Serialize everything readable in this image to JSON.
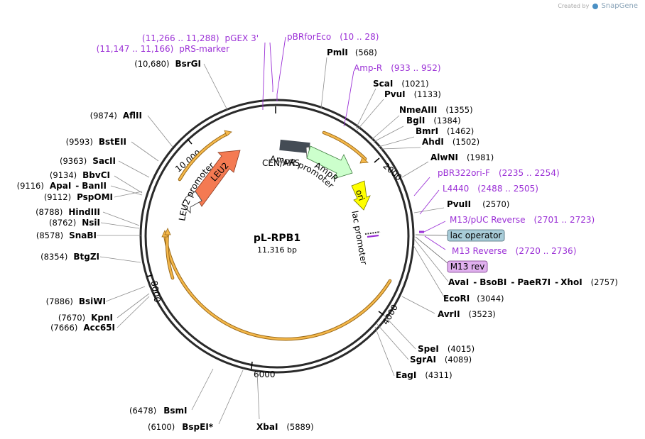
{
  "credit": {
    "prefix": "Created by",
    "brand": "SnapGene"
  },
  "plasmid": {
    "name": "pL-RPB1",
    "size": "11,316 bp"
  },
  "ticks": [
    "10,000",
    "2000",
    "4000",
    "6000",
    "8000"
  ],
  "features": {
    "leu2": "LEU2",
    "leu2_promoter": "LEU2 promoter",
    "cen_ars": "CEN/ARS",
    "ampr_promoter": "AmpR promoter",
    "ampr": "AmpR",
    "ori": "ori",
    "lac_promoter": "lac promoter"
  },
  "sites": {
    "pmli": {
      "name": "PmlI",
      "pos": "(568)"
    },
    "scai": {
      "name": "ScaI",
      "pos": "(1021)"
    },
    "pvui": {
      "name": "PvuI",
      "pos": "(1133)"
    },
    "nmeaiii": {
      "name": "NmeAIII",
      "pos": "(1355)"
    },
    "bgli": {
      "name": "BglI",
      "pos": "(1384)"
    },
    "bmri": {
      "name": "BmrI",
      "pos": "(1462)"
    },
    "ahdi": {
      "name": "AhdI",
      "pos": "(1502)"
    },
    "alwni": {
      "name": "AlwNI",
      "pos": "(1981)"
    },
    "pvuii": {
      "name": "PvuII",
      "pos": "(2570)"
    },
    "ava": {
      "n1": "AvaI",
      "n2": "BsoBI",
      "n3": "PaeR7I",
      "n4": "XhoI",
      "sep": "-",
      "pos": "(2757)"
    },
    "ecori": {
      "name": "EcoRI",
      "pos": "(3044)"
    },
    "avrii": {
      "name": "AvrII",
      "pos": "(3523)"
    },
    "spei": {
      "name": "SpeI",
      "pos": "(4015)"
    },
    "sgrai": {
      "name": "SgrAI",
      "pos": "(4089)"
    },
    "eagi": {
      "name": "EagI",
      "pos": "(4311)"
    },
    "xbai": {
      "name": "XbaI",
      "pos": "(5889)"
    },
    "bspei": {
      "name": "BspEI",
      "star": "*",
      "pos": "(6100)"
    },
    "bsmi": {
      "name": "BsmI",
      "pos": "(6478)"
    },
    "acc65i": {
      "name": "Acc65I",
      "pos": "(7666)"
    },
    "kpni": {
      "name": "KpnI",
      "pos": "(7670)"
    },
    "bsiwi": {
      "name": "BsiWI",
      "pos": "(7886)"
    },
    "btgzi": {
      "name": "BtgZI",
      "pos": "(8354)"
    },
    "snabi": {
      "name": "SnaBI",
      "pos": "(8578)"
    },
    "nsii": {
      "name": "NsiI",
      "pos": "(8762)"
    },
    "hindiii": {
      "name": "HindIII",
      "pos": "(8788)"
    },
    "pspomi": {
      "name": "PspOMI",
      "pos": "(9112)"
    },
    "apai": {
      "name": "ApaI",
      "sep": "-",
      "name2": "BanII",
      "pos": "(9116)"
    },
    "bbvci": {
      "name": "BbvCI",
      "pos": "(9134)"
    },
    "sacii": {
      "name": "SacII",
      "pos": "(9363)"
    },
    "bsteii": {
      "name": "BstEII",
      "pos": "(9593)"
    },
    "aflii": {
      "name": "AflII",
      "pos": "(9874)"
    },
    "bsrgi": {
      "name": "BsrGI",
      "pos": "(10,680)"
    }
  },
  "primers": {
    "pgex3": {
      "range": "(11,266 .. 11,288)",
      "name": "pGEX 3'"
    },
    "prs": {
      "range": "(11,147 .. 11,166)",
      "name": "pRS-marker"
    },
    "pbrforeco": {
      "name": "pBRforEco",
      "range": "(10 .. 28)"
    },
    "ampr": {
      "name": "Amp-R",
      "range": "(933 .. 952)"
    },
    "pbr322": {
      "name": "pBR322ori-F",
      "range": "(2235 .. 2254)"
    },
    "l4440": {
      "name": "L4440",
      "range": "(2488 .. 2505)"
    },
    "m13puc": {
      "name": "M13/pUC Reverse",
      "range": "(2701 .. 2723)"
    },
    "m13rev": {
      "name": "M13 Reverse",
      "range": "(2720 .. 2736)"
    }
  },
  "boxes": {
    "lac_operator": "lac operator",
    "m13_rev": "M13 rev"
  },
  "colors": {
    "leu2": "#f47a52",
    "ampr": "#ccffcc",
    "ori": "#ffff00",
    "cen": "#444c55",
    "orf": "#f5b84a",
    "primer": "#9b30d6",
    "lacop": "#a8ccd8",
    "m13box": "#e0b0ee"
  }
}
